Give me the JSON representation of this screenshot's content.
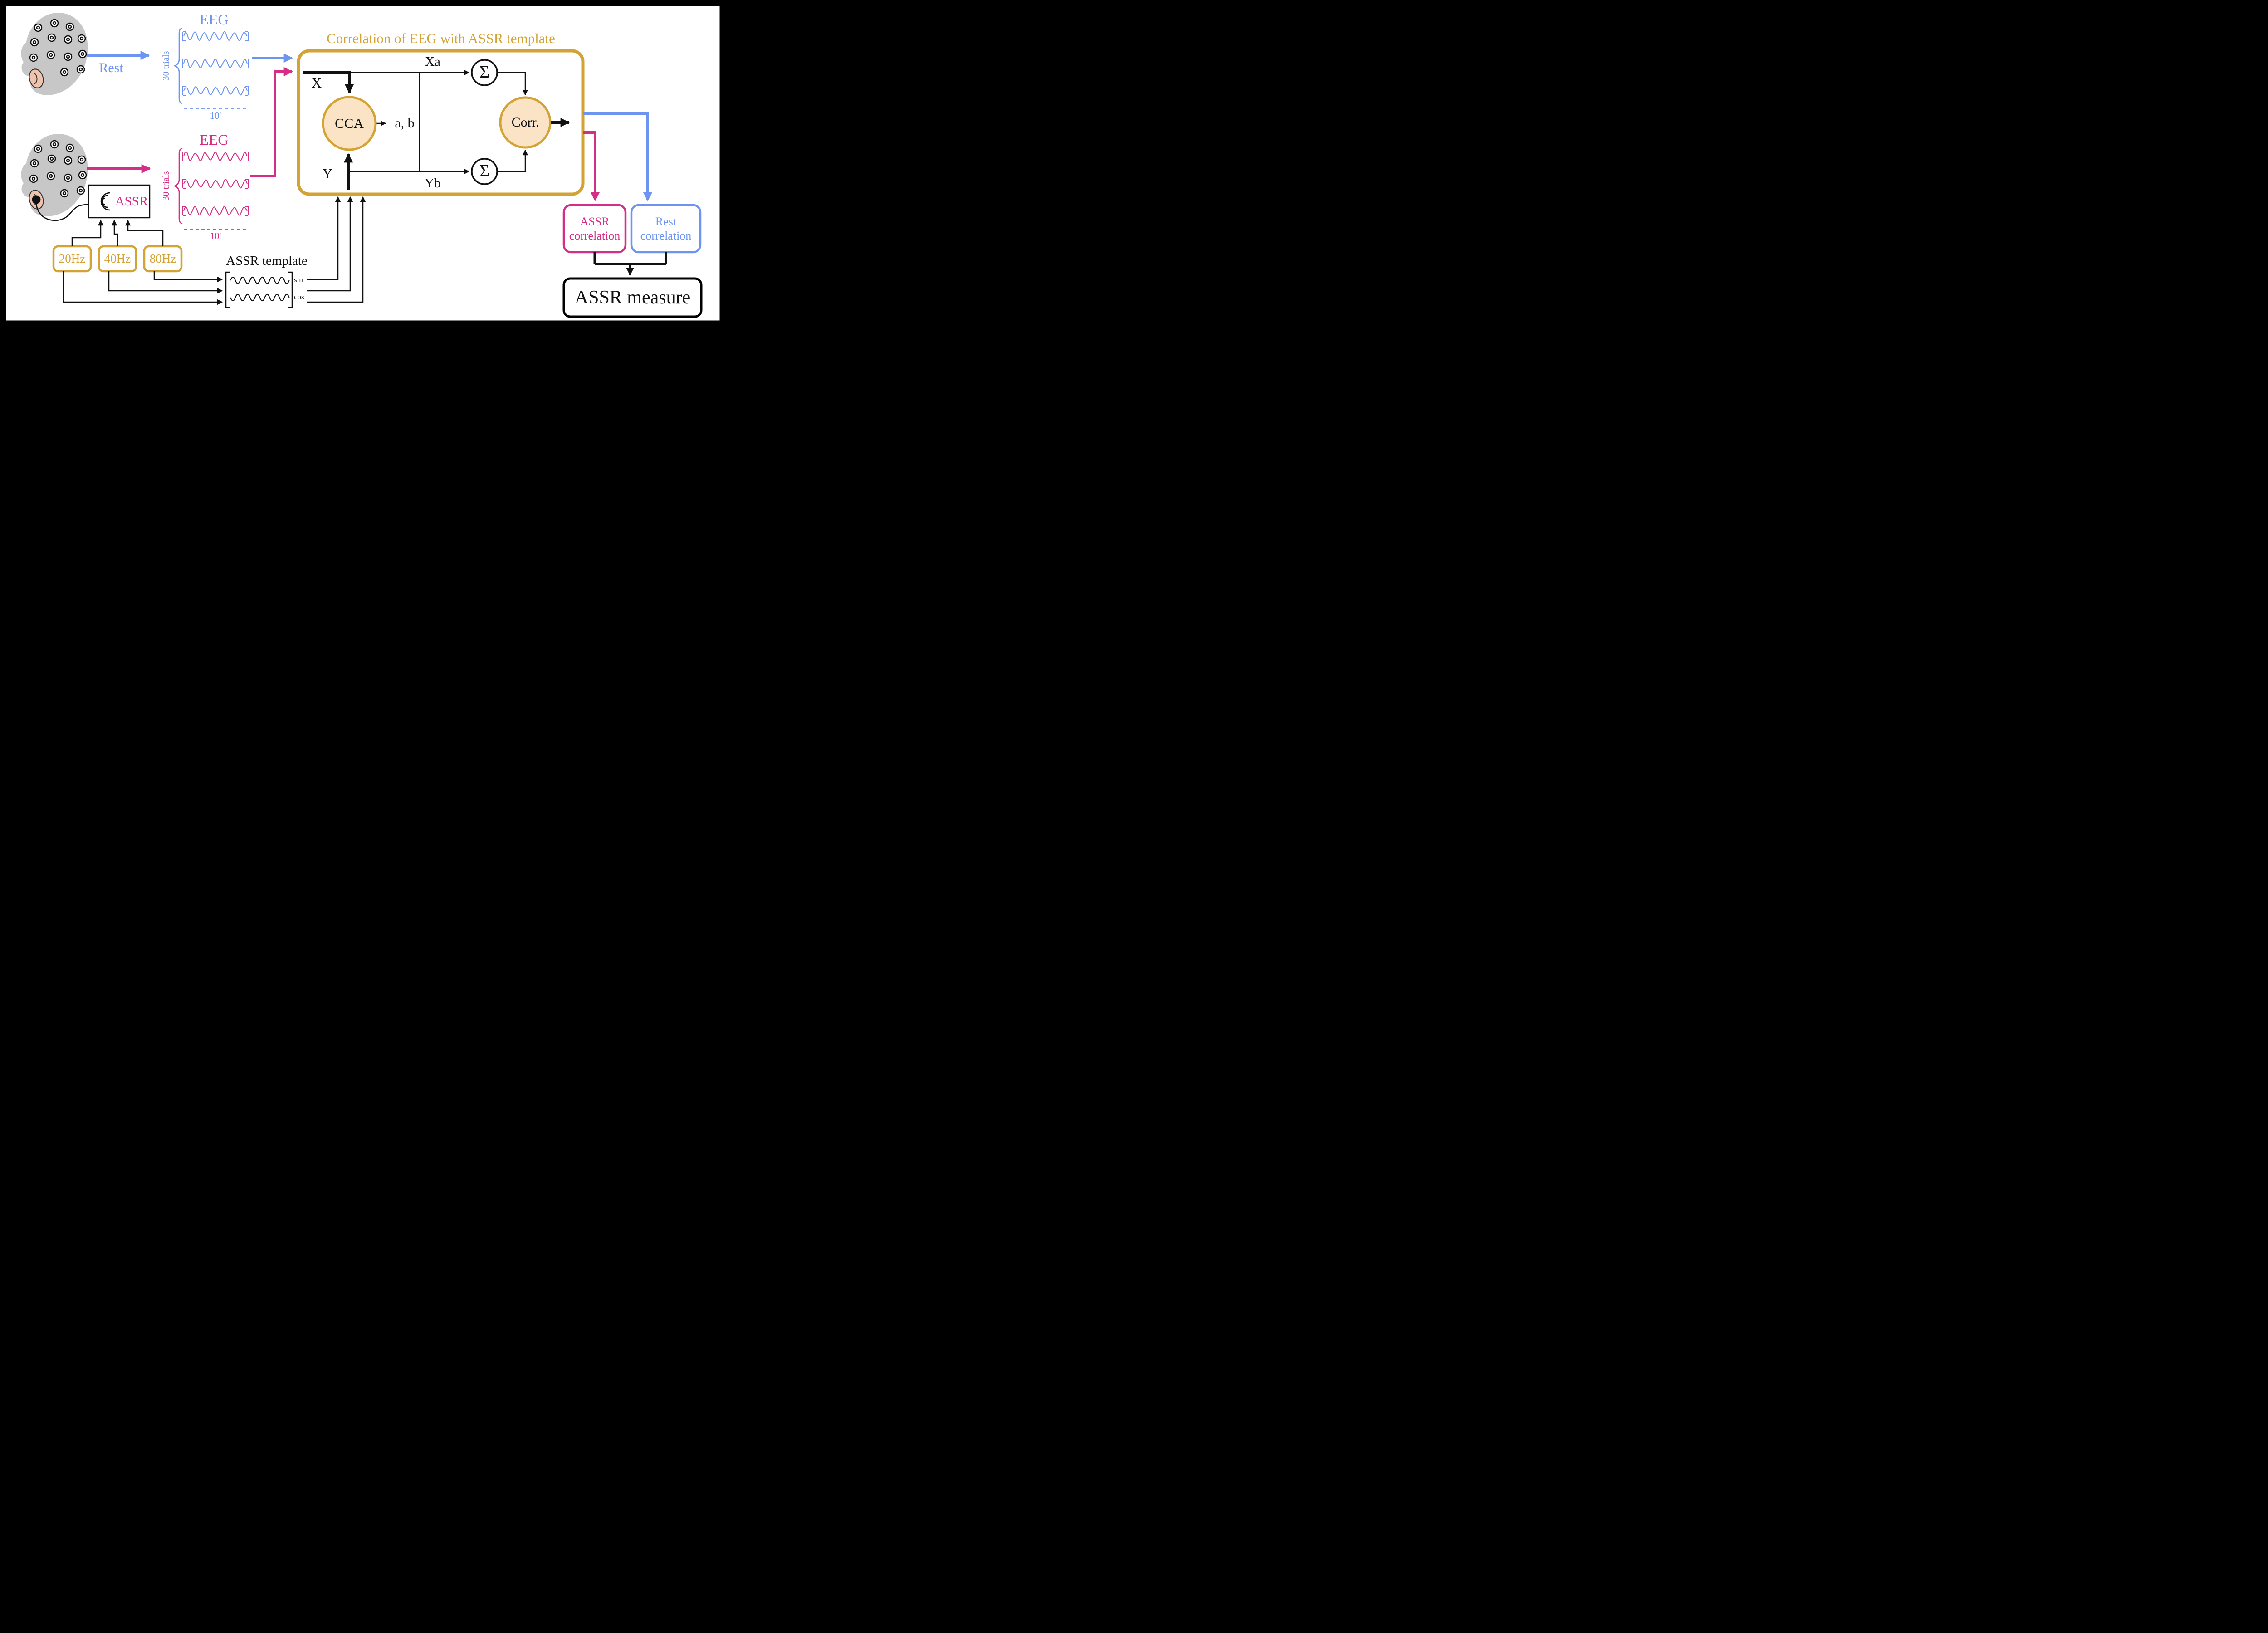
{
  "figure": {
    "rest_pathway": {
      "arrow_label": "Rest",
      "eeg_title": "EEG",
      "trials_label": "30 trials",
      "duration_label": "10'"
    },
    "assr_pathway": {
      "eeg_title": "EEG",
      "trials_label": "30 trials",
      "duration_label": "10'",
      "stimulus_box_label": "ASSR",
      "stimuli": [
        {
          "label": "20Hz"
        },
        {
          "label": "40Hz"
        },
        {
          "label": "80Hz"
        }
      ]
    },
    "template": {
      "title": "ASSR template",
      "sin_label": "sin",
      "cos_label": "cos"
    },
    "correlation_box": {
      "title": "Correlation of EEG with ASSR template",
      "x_label": "X",
      "y_label": "Y",
      "cca_label": "CCA",
      "coefficients_label": "a, b",
      "xa_label": "Xa",
      "yb_label": "Yb",
      "sum_symbol": "Σ",
      "corr_label": "Corr."
    },
    "outputs": {
      "assr_correlation_label": "ASSR correlation",
      "rest_correlation_label": "Rest correlation",
      "assr_measure_label": "ASSR measure"
    }
  },
  "colors": {
    "rest_blue": "#6D94F0",
    "assr_pink": "#D52E87",
    "accent_gold": "#D3A336",
    "node_fill": "#FBE4C6",
    "line_black": "#111111"
  }
}
